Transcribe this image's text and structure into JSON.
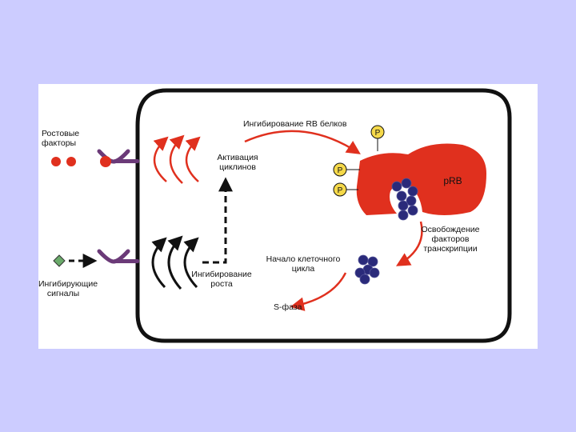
{
  "labels": {
    "growth_factors": "Ростовые\nфакторы",
    "inhibitory_signals": "Ингибирующие\nсигналы",
    "cyclin_activation": "Активация\nциклинов",
    "growth_inhibition": "Ингибирование\nроста",
    "rb_inhibition": "Ингибирование RB белков",
    "factor_release": "Освобождение\nфакторов\nтранскрипции",
    "cycle_start": "Начало клеточного\nцикла",
    "s_phase": "S-фаза",
    "prb": "pRB",
    "phosphate": "P"
  },
  "colors": {
    "background": "#ccccff",
    "panel": "#ffffff",
    "cell_border": "#111111",
    "red": "#e0301e",
    "receptor": "#6b3a78",
    "factor_blue": "#2a2a7a",
    "phosphate_fill": "#f5d94a",
    "inhibitor_green": "#6aaa6a"
  }
}
